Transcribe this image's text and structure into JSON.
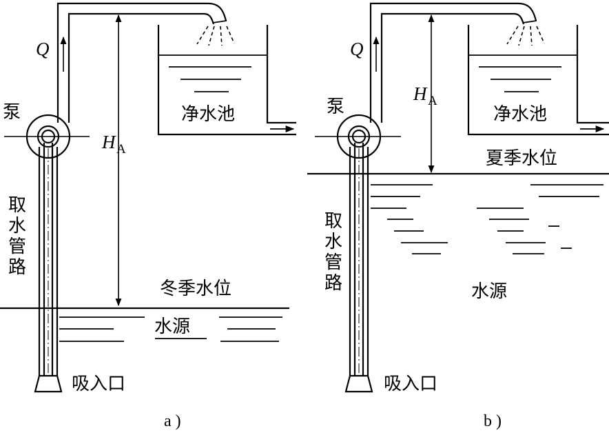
{
  "panel_a": {
    "pump": "泵",
    "flow_label": "Q",
    "head_label": "H",
    "head_subscript": "A",
    "tank": "净水池",
    "pipe_label": [
      "取",
      "水",
      "管",
      "路"
    ],
    "level": "冬季水位",
    "source": "水源",
    "intake": "吸入口",
    "caption": "a )"
  },
  "panel_b": {
    "pump": "泵",
    "flow_label": "Q",
    "head_label": "H",
    "head_subscript": "A",
    "tank": "净水池",
    "pipe_label": [
      "取",
      "水",
      "管",
      "路"
    ],
    "level": "夏季水位",
    "source": "水源",
    "intake": "吸入口",
    "caption": "b )"
  }
}
